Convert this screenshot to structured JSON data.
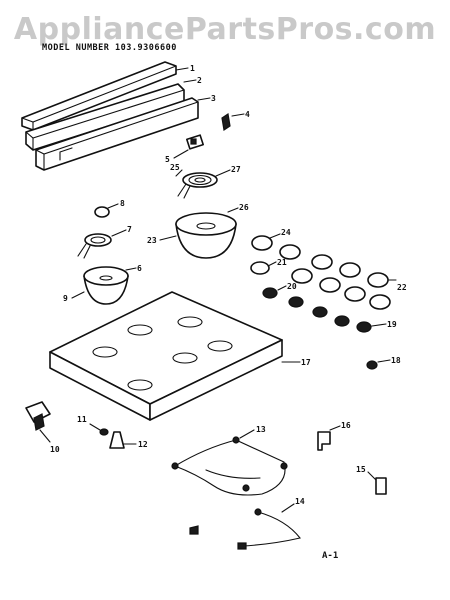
{
  "watermark": "AppliancePartsPros.com",
  "model_label": "MODEL NUMBER 103.9306600",
  "sheet_label": "A-1",
  "callouts": [
    "1",
    "2",
    "3",
    "4",
    "5",
    "6",
    "7",
    "8",
    "9",
    "10",
    "11",
    "12",
    "13",
    "14",
    "15",
    "16",
    "17",
    "18",
    "19",
    "20",
    "21",
    "22",
    "23",
    "24",
    "25",
    "26",
    "27"
  ]
}
